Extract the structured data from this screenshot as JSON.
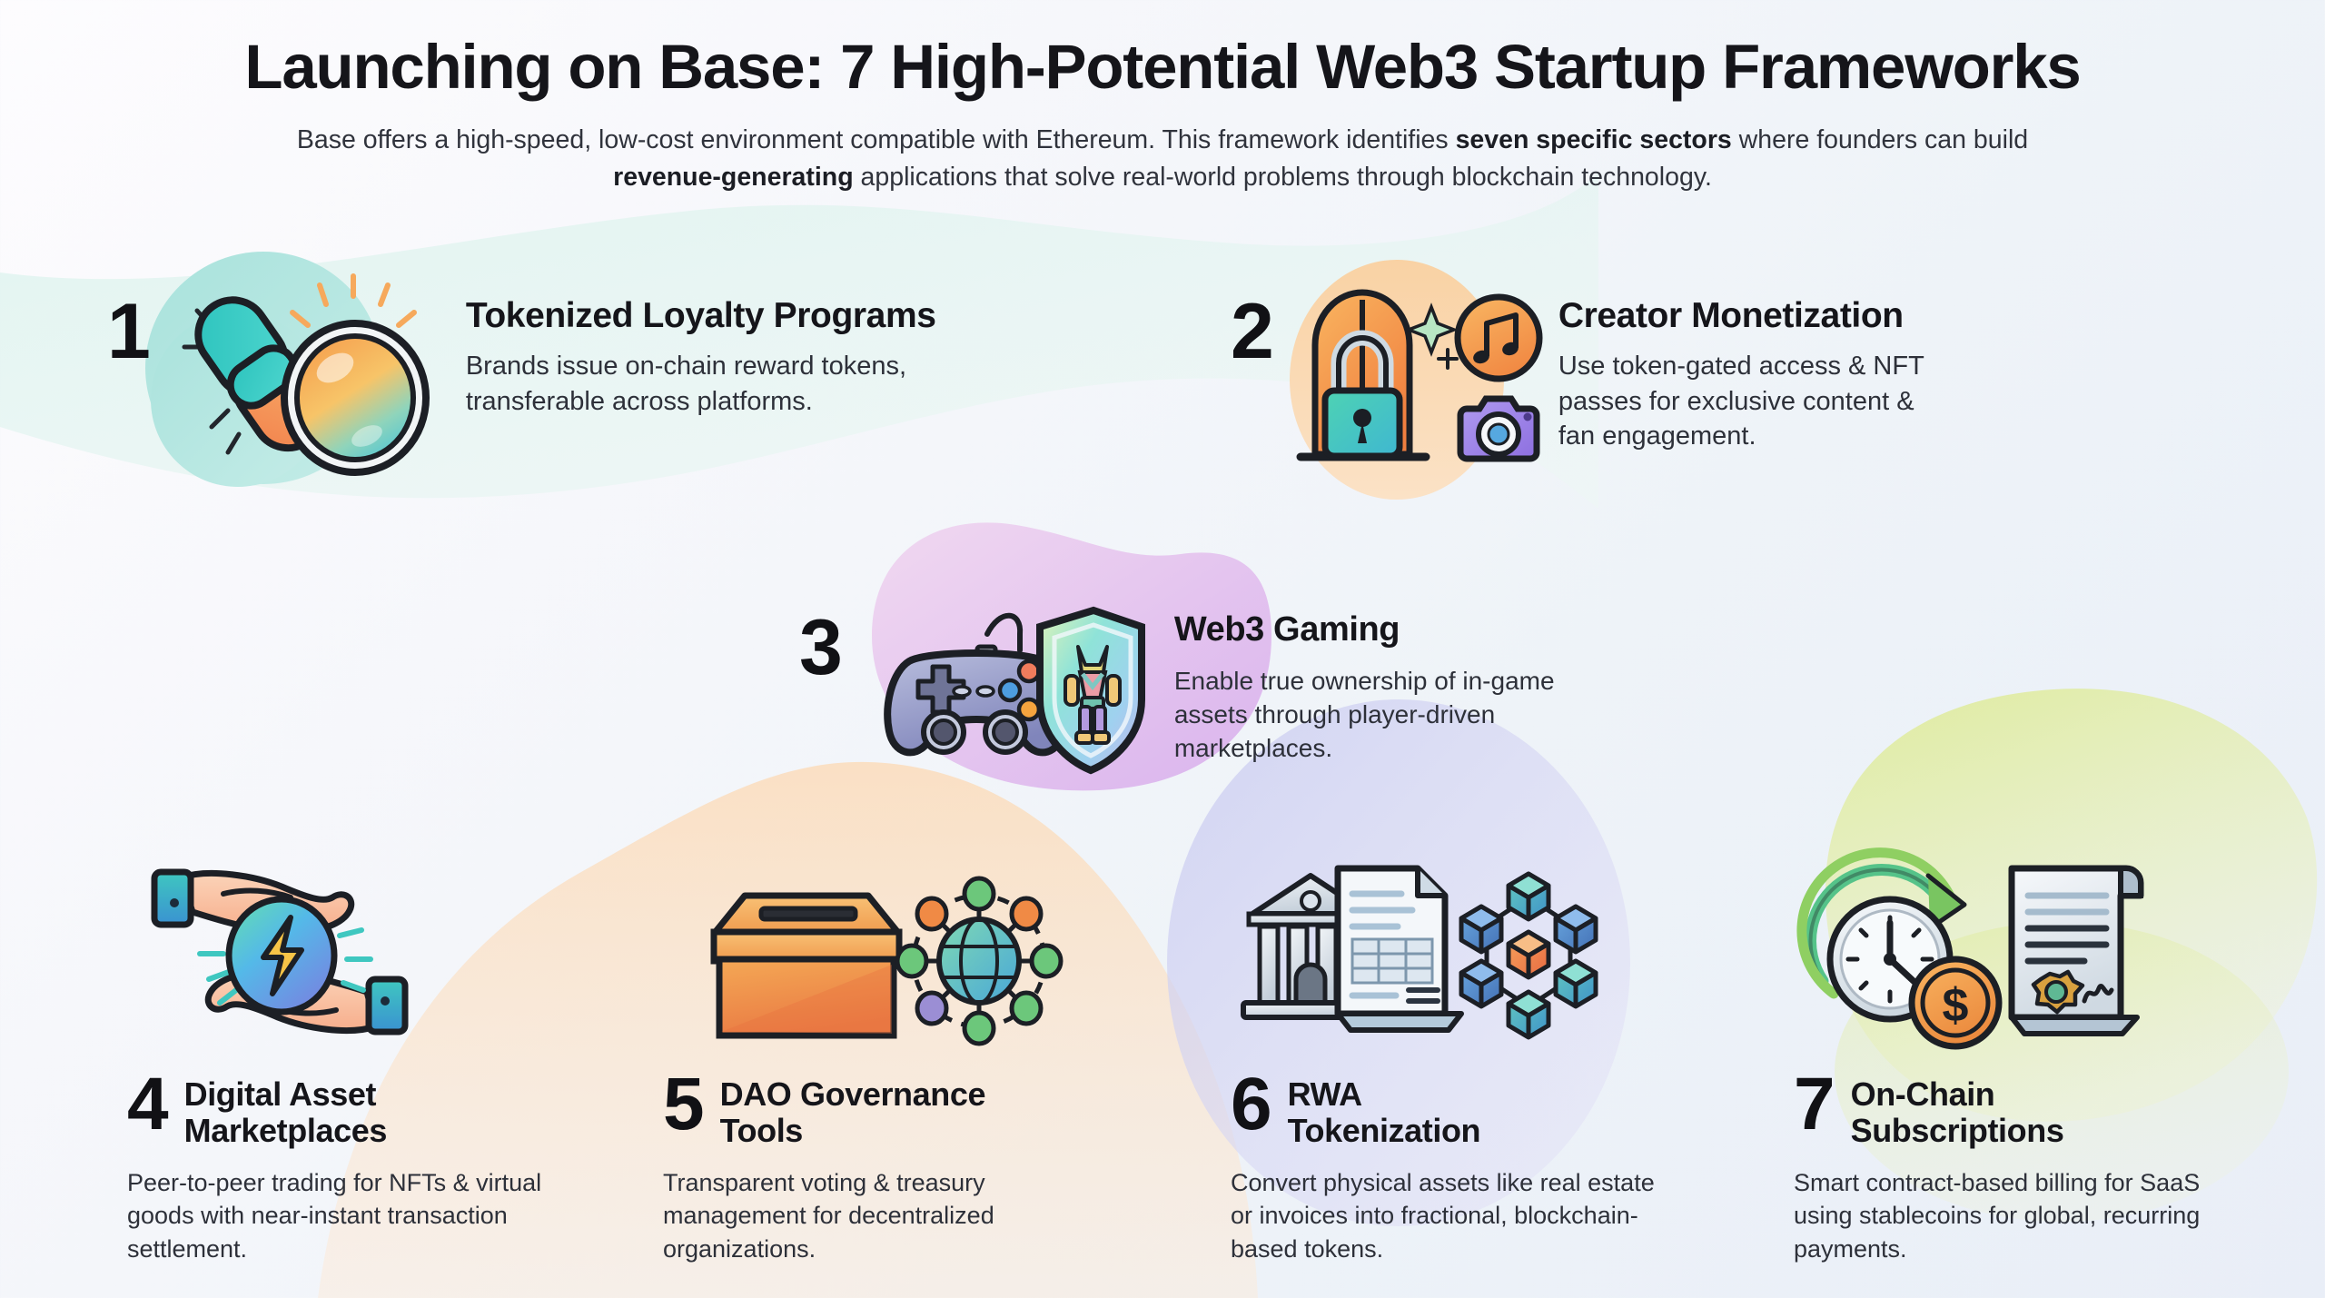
{
  "header": {
    "title": "Launching on Base: 7 High-Potential Web3 Startup Frameworks",
    "subtitle_part1": "Base offers a high-speed, low-cost environment compatible with Ethereum. This framework identifies ",
    "subtitle_bold1": "seven specific sectors",
    "subtitle_part2": " where founders can build ",
    "subtitle_bold2": "revenue-generating",
    "subtitle_part3": " applications that solve real-world problems through blockchain technology."
  },
  "items": [
    {
      "number": "1",
      "heading": "Tokenized Loyalty Programs",
      "description": "Brands issue on-chain reward tokens, transferable across platforms.",
      "icons": [
        "chain-link-icon",
        "coin-icon"
      ],
      "blob_color": "#aee3dd"
    },
    {
      "number": "2",
      "heading": "Creator Monetization",
      "description": "Use token-gated access & NFT passes for exclusive content & fan engagement.",
      "icons": [
        "padlock-arch-icon",
        "music-note-icon",
        "camera-icon",
        "sparkle-icon"
      ],
      "blob_color": "#f8cd9d"
    },
    {
      "number": "3",
      "heading": "Web3 Gaming",
      "description": "Enable true ownership of in-game assets through player-driven marketplaces.",
      "icons": [
        "gamepad-icon",
        "shield-character-icon"
      ],
      "blob_color": "#dbaaea"
    },
    {
      "number": "4",
      "heading": "Digital Asset Marketplaces",
      "description": "Peer-to-peer trading for NFTs & virtual goods with near-instant transaction settlement.",
      "icons": [
        "hands-exchange-icon",
        "lightning-coin-icon"
      ],
      "blob_color": "#fadcc0"
    },
    {
      "number": "5",
      "heading": "DAO Governance Tools",
      "description": "Transparent voting & treasury management for decentralized organizations.",
      "icons": [
        "ballot-box-icon",
        "globe-network-icon"
      ],
      "blob_color": "#f9d7b4"
    },
    {
      "number": "6",
      "heading": "RWA Tokenization",
      "description": "Convert physical assets like real estate or invoices into fractional, blockchain-based tokens.",
      "icons": [
        "bank-building-icon",
        "document-icon",
        "blockchain-cubes-icon"
      ],
      "blob_color": "#c8c9ef"
    },
    {
      "number": "7",
      "heading": "On-Chain Subscriptions",
      "description": "Smart contract-based billing for SaaS using stablecoins for global, recurring payments.",
      "icons": [
        "clock-refresh-icon",
        "dollar-coin-icon",
        "contract-scroll-icon"
      ],
      "blob_color": "#dce98e"
    }
  ],
  "colors": {
    "background_top": "#fdfcfe",
    "background_bottom": "#e9eef7",
    "text_primary": "#15151a",
    "text_secondary": "#2d3039",
    "teal": "#2fb9b1",
    "orange": "#f3954a",
    "purple": "#8b7fd4",
    "green": "#6dc06a"
  }
}
